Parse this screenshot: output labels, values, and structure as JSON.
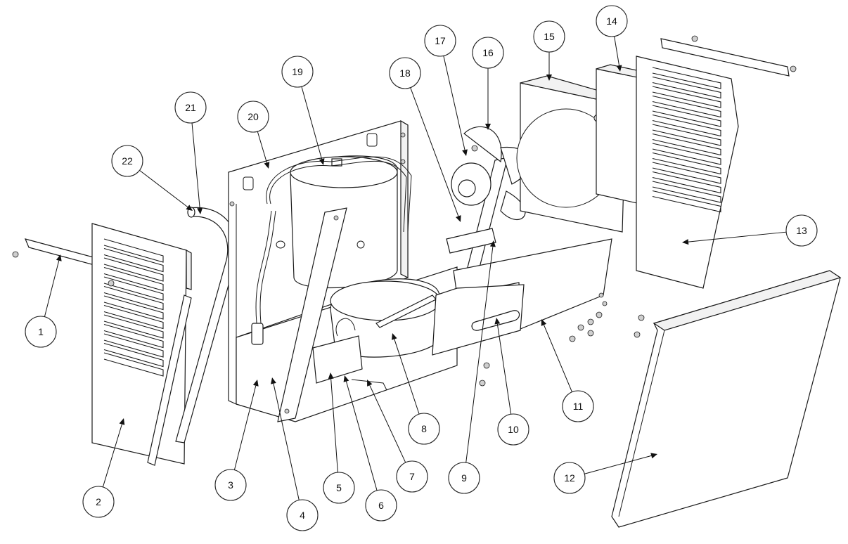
{
  "diagram": {
    "type": "exploded-parts-view",
    "callouts": [
      {
        "number": "1"
      },
      {
        "number": "2"
      },
      {
        "number": "3"
      },
      {
        "number": "4"
      },
      {
        "number": "5"
      },
      {
        "number": "6"
      },
      {
        "number": "7"
      },
      {
        "number": "8"
      },
      {
        "number": "9"
      },
      {
        "number": "10"
      },
      {
        "number": "11"
      },
      {
        "number": "12"
      },
      {
        "number": "13"
      },
      {
        "number": "14"
      },
      {
        "number": "15"
      },
      {
        "number": "16"
      },
      {
        "number": "17"
      },
      {
        "number": "18"
      },
      {
        "number": "19"
      },
      {
        "number": "20"
      },
      {
        "number": "21"
      },
      {
        "number": "22"
      }
    ]
  }
}
